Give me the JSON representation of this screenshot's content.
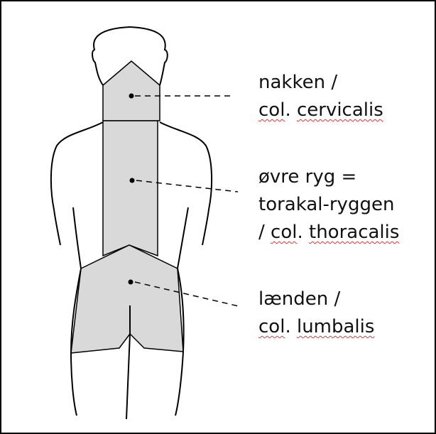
{
  "labels": {
    "neck": {
      "line1": "nakken /",
      "line2_prefix": "col",
      "line2_rest": ". cervicalis",
      "line2_note": "",
      "squiggle_word": "cervicalis"
    },
    "upper_back": {
      "line1": "øvre ryg =",
      "line2": "torakal-ryggen",
      "line3_start": "/ ",
      "line3_col": "col",
      "line3_dot": ". ",
      "line3_word": "thoracalis"
    },
    "lower_back": {
      "line1": "lænden /",
      "line2_col": "col",
      "line2_dot": ". ",
      "line2_word": "lumbalis"
    }
  },
  "colors": {
    "region_fill": "#d9d9d9",
    "outline": "#000000",
    "spellcheck_underline": "#d23a3a"
  }
}
